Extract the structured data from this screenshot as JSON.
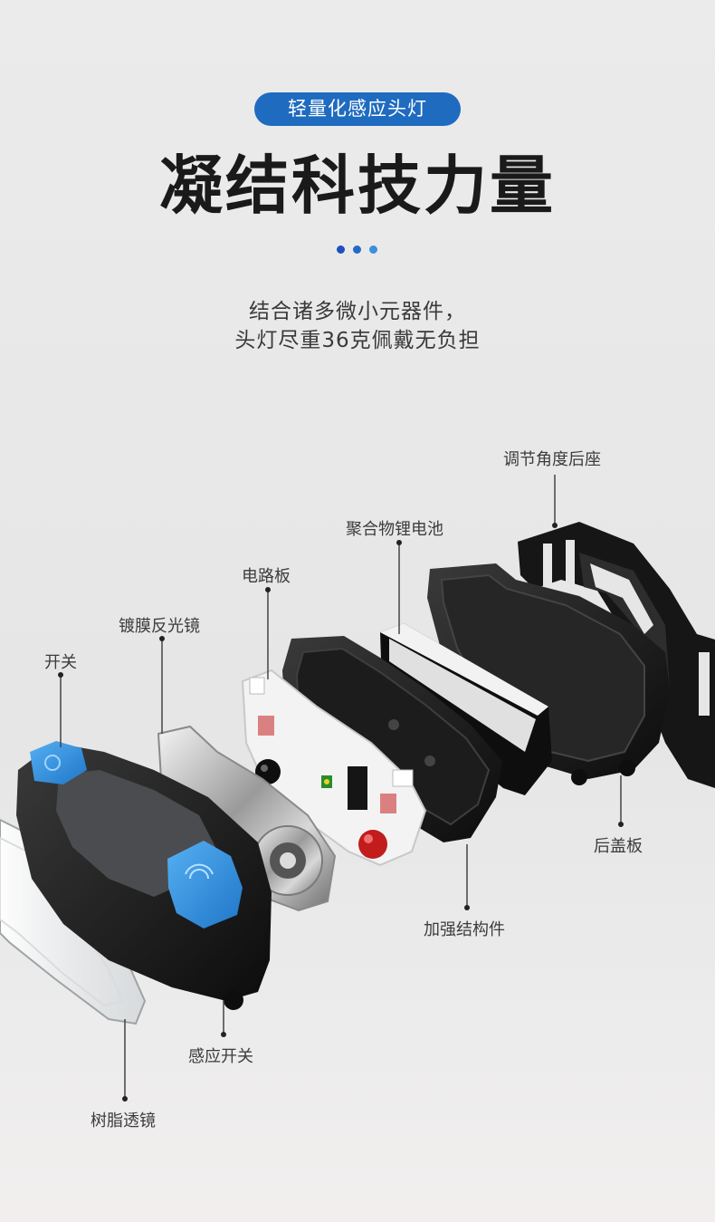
{
  "header": {
    "badge": "轻量化感应头灯",
    "title": "凝结科技力量",
    "description_line1": "结合诸多微小元器件，",
    "description_line2": "头灯尽重36克佩戴无负担"
  },
  "accent_colors": {
    "badge_blue": "#1f6bc0",
    "dot_1": "#1f4fbf",
    "dot_2": "#2469c9",
    "dot_3": "#3a8fe0",
    "button_blue": "#2e8fe0"
  },
  "components": {
    "adjust_seat": "调节角度后座",
    "battery": "聚合物锂电池",
    "circuit_board": "电路板",
    "reflector": "镀膜反光镜",
    "switch": "开关",
    "back_cover": "后盖板",
    "reinforcement": "加强结构件",
    "sensor_switch": "感应开关",
    "resin_lens": "树脂透镜"
  }
}
